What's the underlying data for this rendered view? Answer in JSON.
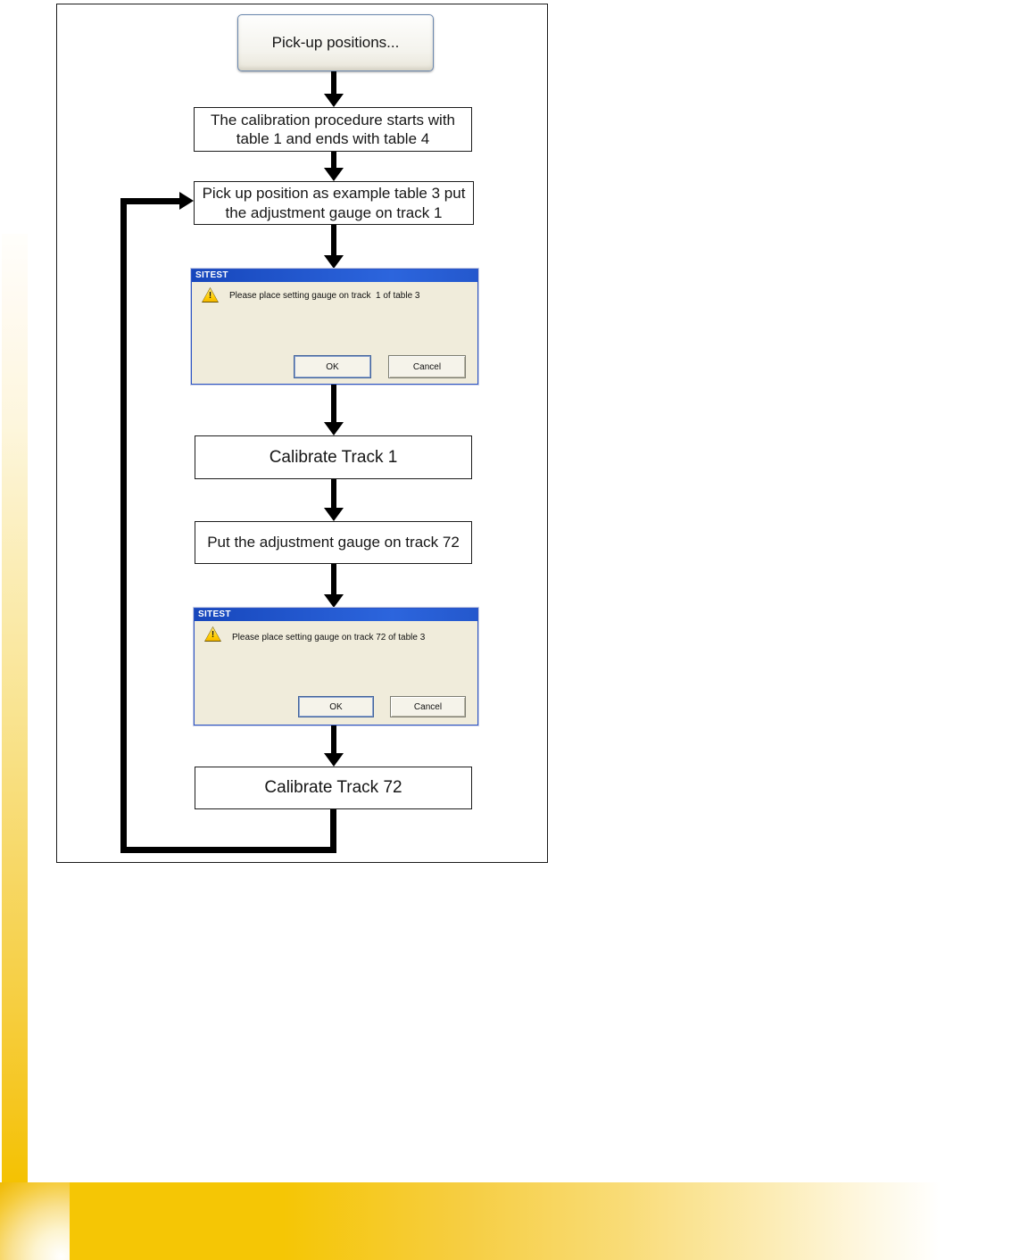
{
  "flowchart": {
    "pickup_button_label": "Pick-up positions...",
    "step1": "The calibration procedure starts with table 1 and ends with table 4",
    "step2": "Pick up position as example table 3 put the adjustment gauge on track 1",
    "step3": "Calibrate Track 1",
    "step4": "Put the adjustment gauge on track 72",
    "step5": "Calibrate Track 72"
  },
  "dialog1": {
    "title": "SITEST",
    "message": "Please place setting gauge on track  1 of table 3",
    "warning_icon": "warning-triangle-icon",
    "warning_glyph": "!",
    "ok_label": "OK",
    "cancel_label": "Cancel"
  },
  "dialog2": {
    "title": "SITEST",
    "message": "Please place setting gauge on track 72 of table 3",
    "warning_icon": "warning-triangle-icon",
    "warning_glyph": "!",
    "ok_label": "OK",
    "cancel_label": "Cancel"
  },
  "colors": {
    "accent_gold": "#f5c605",
    "titlebar_blue": "#2c65dd",
    "dialog_background": "#f0ecdb",
    "frame_border": "#1a1a1a"
  }
}
